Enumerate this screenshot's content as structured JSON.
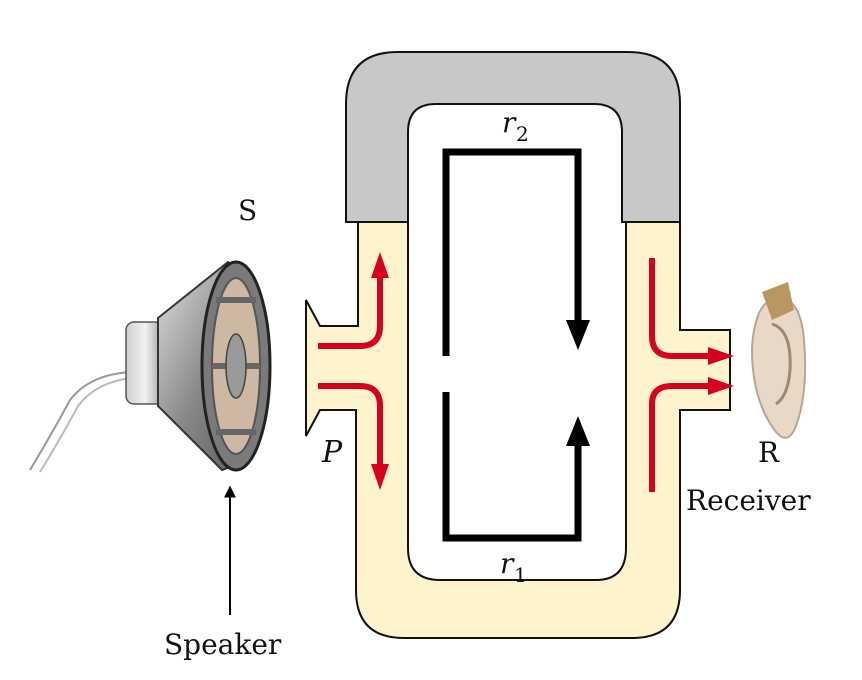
{
  "labels": {
    "speaker_letter": "S",
    "speaker_caption": "Speaker",
    "point_label": "P",
    "receiver_letter": "R",
    "receiver_caption": "Receiver",
    "path_lower": "r",
    "path_lower_sub": "1",
    "path_upper": "r",
    "path_upper_sub": "2"
  },
  "colors": {
    "tube_fill": "#fdf3cc",
    "slide_fill": "#c8c8c8",
    "sound_arrow": "#d7001f",
    "path_line": "#000000"
  },
  "icons": {
    "speaker": "loudspeaker-icon",
    "receiver": "ear-icon"
  }
}
